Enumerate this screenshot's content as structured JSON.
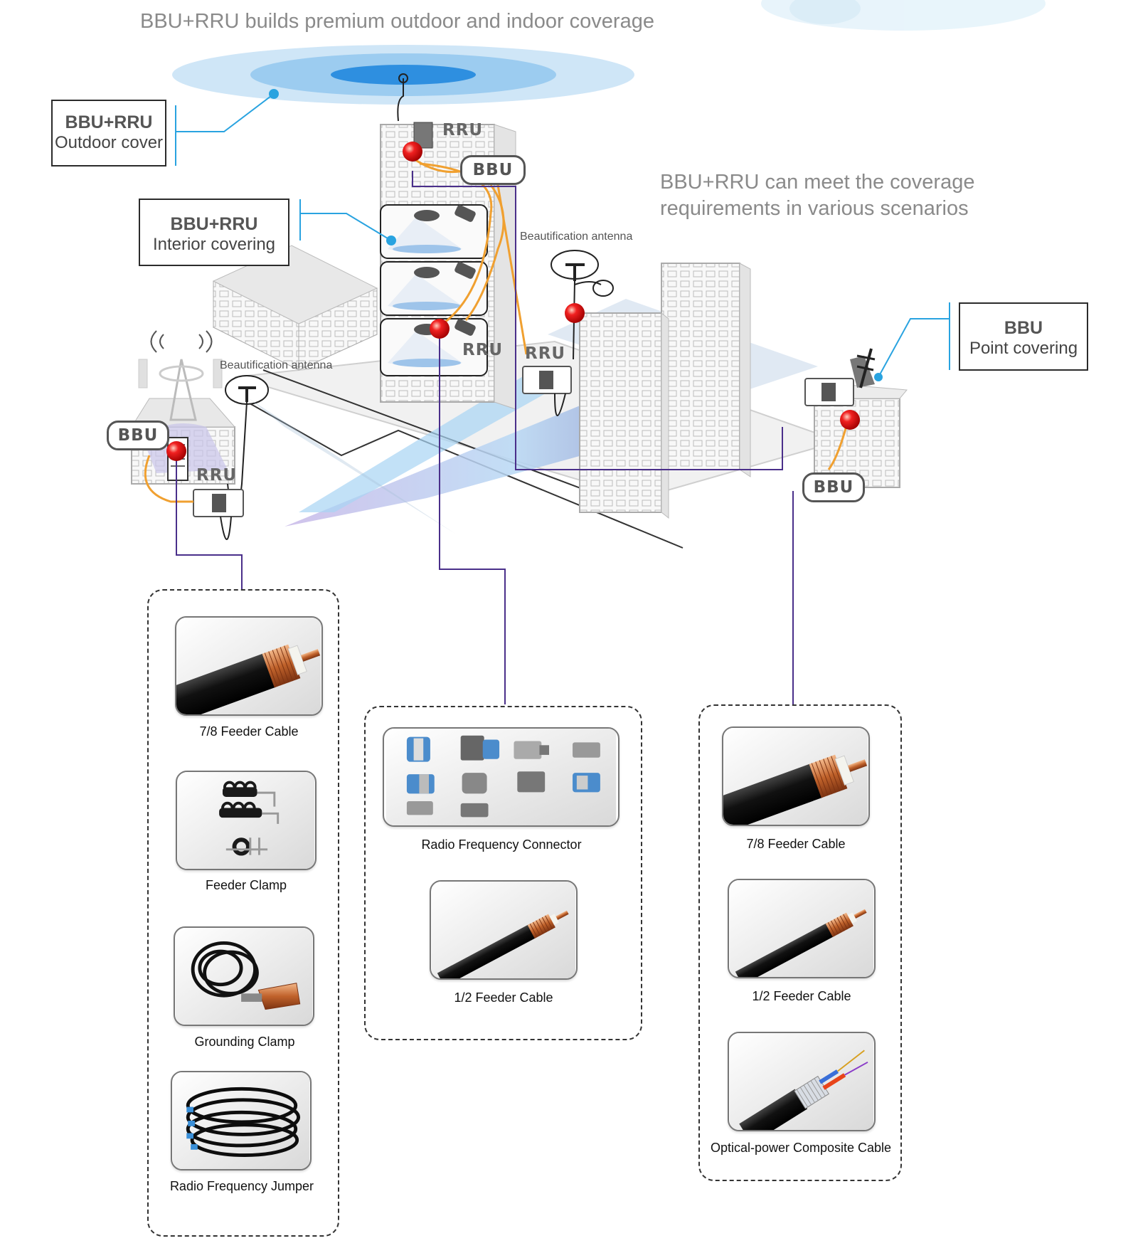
{
  "headline_top": "BBU+RRU builds premium outdoor and indoor coverage",
  "headline_right": [
    "BBU+RRU can meet the coverage",
    "requirements in various scenarios"
  ],
  "callouts": {
    "outdoor": {
      "title": "BBU+RRU",
      "subtitle": "Outdoor cover"
    },
    "interior": {
      "title": "BBU+RRU",
      "subtitle": "Interior covering"
    },
    "point": {
      "title": "BBU",
      "subtitle": "Point covering"
    }
  },
  "scene_labels": {
    "rru": "RRU",
    "bbu": "BBU",
    "beautification_antenna": "Beautification antenna"
  },
  "product_groups": {
    "left": [
      {
        "caption": "7/8 Feeder Cable",
        "icon": "feeder-cable-78-photo"
      },
      {
        "caption": "Feeder Clamp",
        "icon": "feeder-clamp-photo"
      },
      {
        "caption": "Grounding Clamp",
        "icon": "grounding-clamp-photo"
      },
      {
        "caption": "Radio Frequency Jumper",
        "icon": "rf-jumper-photo"
      }
    ],
    "middle": [
      {
        "caption": "Radio Frequency Connector",
        "icon": "rf-connector-photo"
      },
      {
        "caption": "1/2 Feeder Cable",
        "icon": "feeder-cable-12-photo"
      }
    ],
    "right": [
      {
        "caption": "7/8 Feeder Cable",
        "icon": "feeder-cable-78-photo"
      },
      {
        "caption": "1/2 Feeder Cable",
        "icon": "feeder-cable-12-photo"
      },
      {
        "caption": "Optical-power Composite Cable",
        "icon": "optical-power-cable-photo"
      }
    ]
  },
  "colors": {
    "link_line": "#4a2f8a",
    "feeder_line": "#f0a030",
    "callout_line": "#29a3e0",
    "node_red": "#e01818",
    "coverage_blue": "#3da0e8"
  }
}
